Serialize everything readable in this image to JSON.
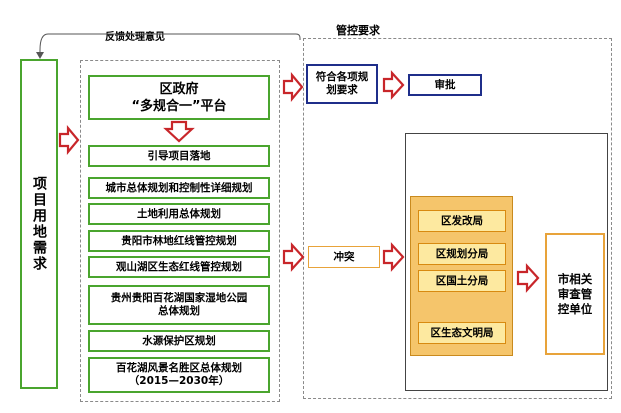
{
  "left": {
    "demand": "项目用地需求",
    "feedback": "反馈处理意见"
  },
  "center": {
    "platform_line1": "区政府",
    "platform_line2": "“多规合一”平台",
    "plans": [
      "引导项目落地",
      "城市总体规划和控制性详细规划",
      "土地利用总体规划",
      "贵阳市林地红线管控规划",
      "观山湖区生态红线管控规划",
      "贵州贵阳百花湖国家湿地公园\n总体规划",
      "水源保护区规划",
      "百花湖风景名胜区总体规划\n（2015—2030年）"
    ]
  },
  "right": {
    "section_title": "管控要求",
    "compliant": "符合各项规\n划要求",
    "approval": "审批",
    "conflict": "冲突",
    "bureaus": [
      "区发改局",
      "区规划分局",
      "区国土分局",
      "区生态文明局"
    ],
    "city_units": "市相关\n审查管\n控单位"
  },
  "colors": {
    "green": "#4aa52e",
    "red_arrow": "#c8262a",
    "navy": "#1f2e8a",
    "orange": "#e8a33a",
    "yellow_fill": "#fde9a0"
  }
}
